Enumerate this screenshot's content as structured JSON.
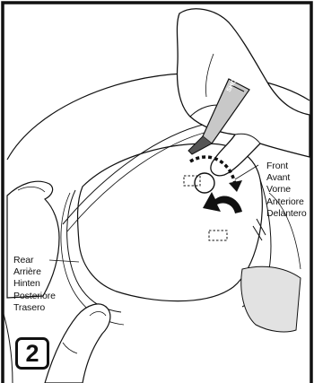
{
  "front_labels": [
    "Front",
    "Avant",
    "Vorne",
    "Anteriore",
    "Delantero"
  ],
  "rear_labels": [
    "Rear",
    "Arrière",
    "Hinten",
    "Posteriore",
    "Trasero"
  ],
  "step_number": "2",
  "tool_text": "SHOEI"
}
